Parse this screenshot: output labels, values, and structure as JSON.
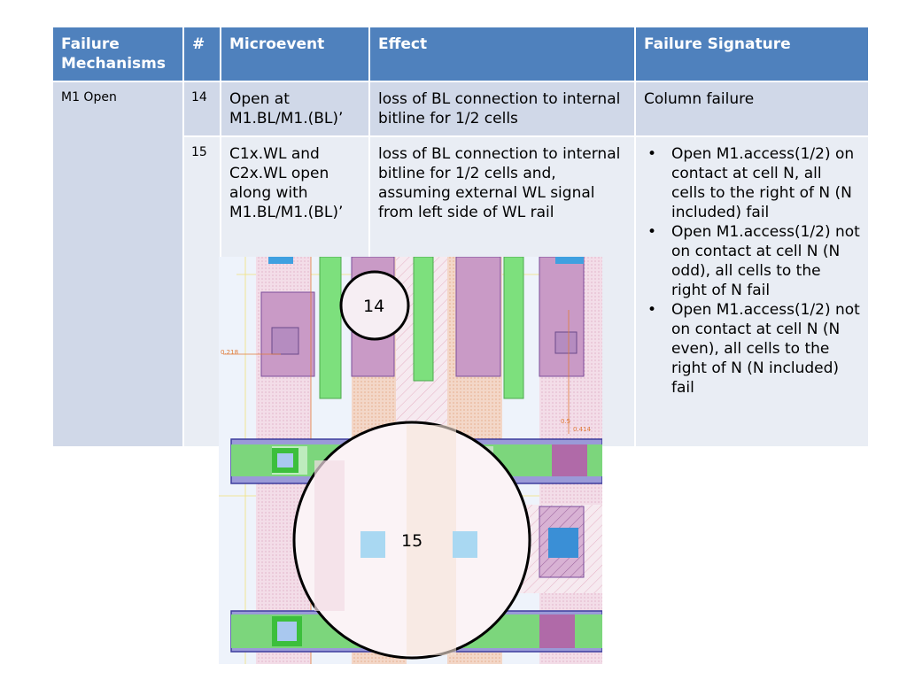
{
  "table": {
    "headers": {
      "mechanism": "Failure Mechanisms",
      "number": "#",
      "microevent": "Microevent",
      "effect": "Effect",
      "signature": "Failure Signature"
    },
    "mechanism": "M1 Open",
    "rows": [
      {
        "number": "14",
        "microevent": "Open at M1.BL/M1.(BL)’",
        "effect": "loss of BL connection to internal bitline for 1/2 cells",
        "signature": "Column failure"
      },
      {
        "number": "15",
        "microevent": "C1x.WL and C2x.WL open along with M1.BL/M1.(BL)’",
        "effect": "loss of BL connection to internal bitline for 1/2 cells and, assuming external WL signal from left side of WL rail",
        "signature_items": [
          "Open M1.access(1/2) on contact at cell N, all cells to the right of N (N included) fail",
          "Open M1.access(1/2) not on contact at cell N (N odd), all cells to the right of N fail",
          "Open M1.access(1/2) not on contact at cell N (N even), all cells to the right of N (N included) fail"
        ]
      }
    ]
  },
  "layout_image": {
    "circle_labels": [
      "14",
      "15"
    ],
    "dimension_labels": [
      "0.218",
      "0.5",
      "0.414"
    ]
  }
}
